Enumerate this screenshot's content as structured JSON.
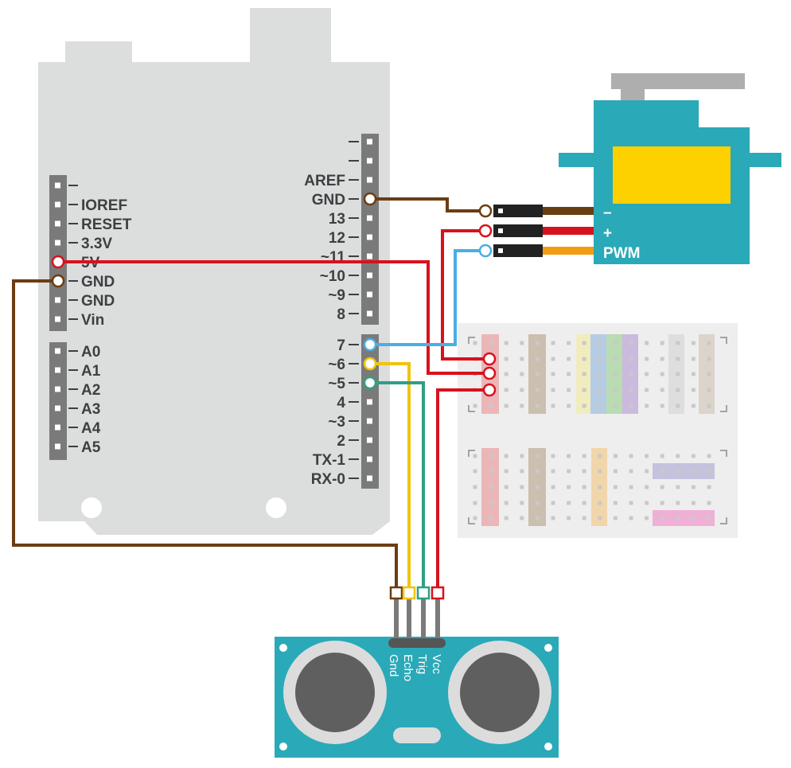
{
  "arduino": {
    "left_header_power": [
      "",
      "IOREF",
      "RESET",
      "3.3V",
      "5V",
      "GND",
      "GND",
      "Vin"
    ],
    "left_header_analog": [
      "A0",
      "A1",
      "A2",
      "A3",
      "A4",
      "A5"
    ],
    "right_header_top": [
      "",
      "",
      "AREF",
      "GND",
      "13",
      "12",
      "~11",
      "~10",
      "~9",
      "8"
    ],
    "right_header_bottom": [
      "7",
      "~6",
      "~5",
      "4",
      "~3",
      "2",
      "TX-1",
      "RX-0"
    ]
  },
  "servo": {
    "pins": [
      "–",
      "+",
      "PWM"
    ]
  },
  "sensor": {
    "pins": [
      "Vcc",
      "Trig",
      "Echo",
      "Gnd"
    ]
  },
  "colors": {
    "board": "#dcdddd",
    "header": "#7a7a7a",
    "teal": "#2aa9b8",
    "servo_window": "#fdd000",
    "wire_brown": "#6b3d12",
    "wire_red": "#d7121c",
    "wire_blue": "#4aaee3",
    "wire_yellow": "#f1c40f",
    "wire_green": "#2fa084",
    "wire_orange": "#f39c12"
  }
}
